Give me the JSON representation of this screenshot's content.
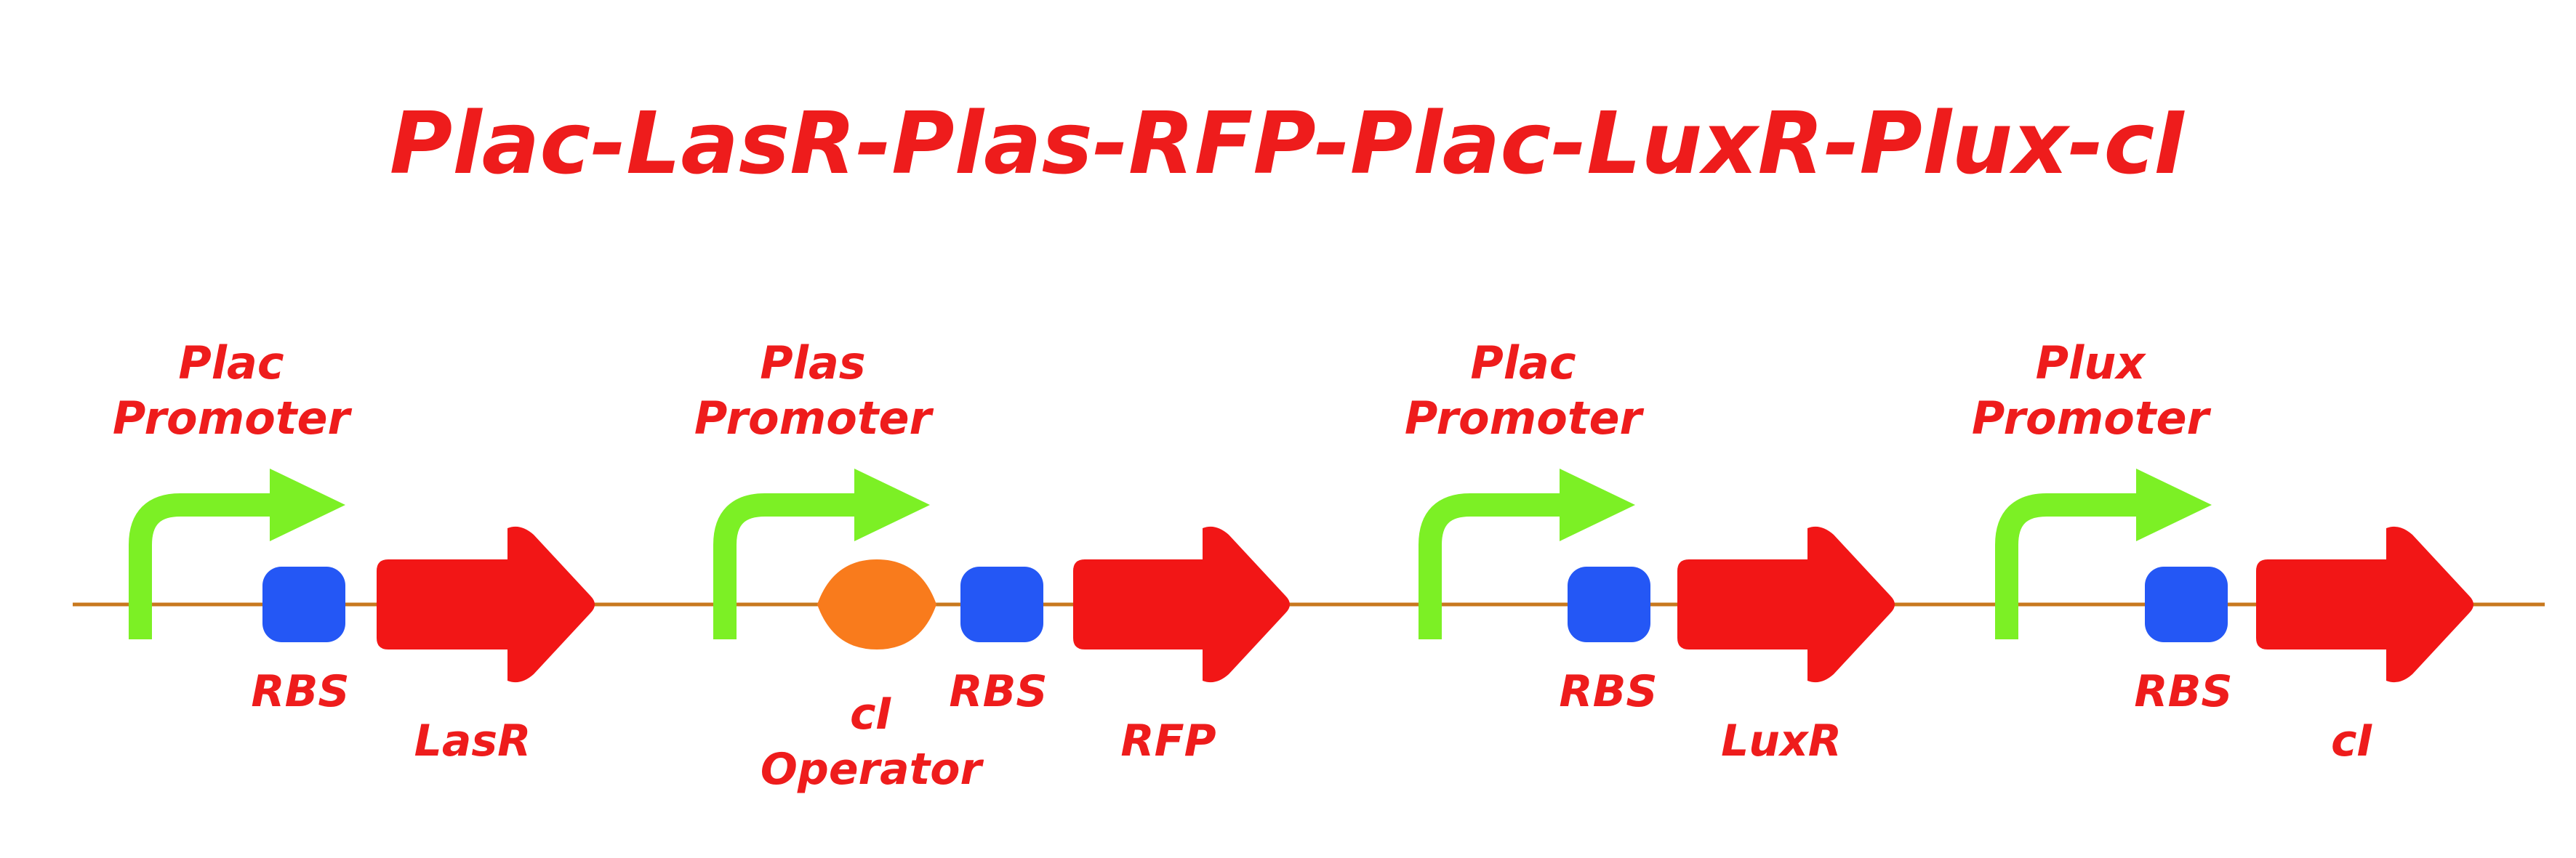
{
  "title": "Plac-LasR-Plas-RFP-Plac-LuxR-Plux-cI",
  "colors": {
    "text": "#ee1c1c",
    "backbone": "#c8781e",
    "promoter_arrow": "#7cf025",
    "rbs": "#2457f5",
    "operator": "#f97b1c",
    "gene": "#f21616"
  },
  "cassettes": [
    {
      "promoter": {
        "name": "Plac",
        "word": "Promoter"
      },
      "operator": null,
      "rbs": "RBS",
      "gene": "LasR"
    },
    {
      "promoter": {
        "name": "Plas",
        "word": "Promoter"
      },
      "operator": {
        "name": "cI",
        "word": "Operator"
      },
      "rbs": "RBS",
      "gene": "RFP"
    },
    {
      "promoter": {
        "name": "Plac",
        "word": "Promoter"
      },
      "operator": null,
      "rbs": "RBS",
      "gene": "LuxR"
    },
    {
      "promoter": {
        "name": "Plux",
        "word": "Promoter"
      },
      "operator": null,
      "rbs": "RBS",
      "gene": "cI"
    }
  ]
}
